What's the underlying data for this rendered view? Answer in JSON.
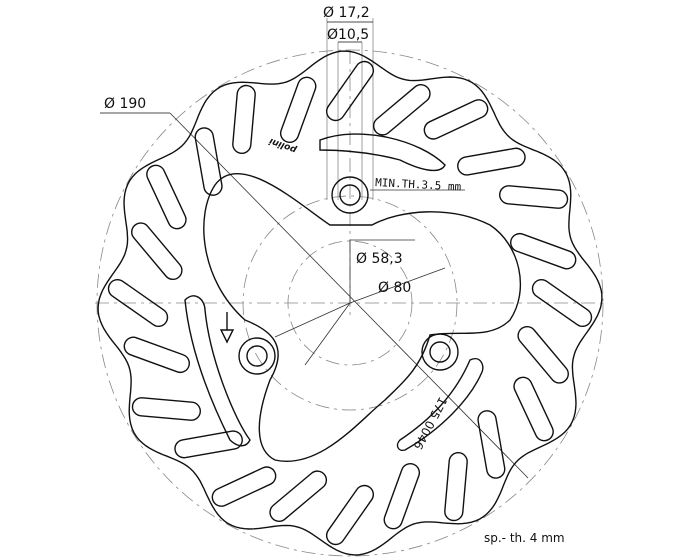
{
  "labels": {
    "outer_hole_diameter": "Ø 17,2",
    "inner_hole_diameter": "Ø10,5",
    "disc_diameter": "Ø 190",
    "min_thickness": "MIN.TH.3.5 mm",
    "pcd_diameter": "Ø 58,3",
    "center_diameter": "Ø 80",
    "part_number": "175 0046",
    "thickness_note": "sp.- th. 4 mm",
    "logo": "polini"
  },
  "colors": {
    "line": "#111111",
    "construction": "#888888"
  }
}
